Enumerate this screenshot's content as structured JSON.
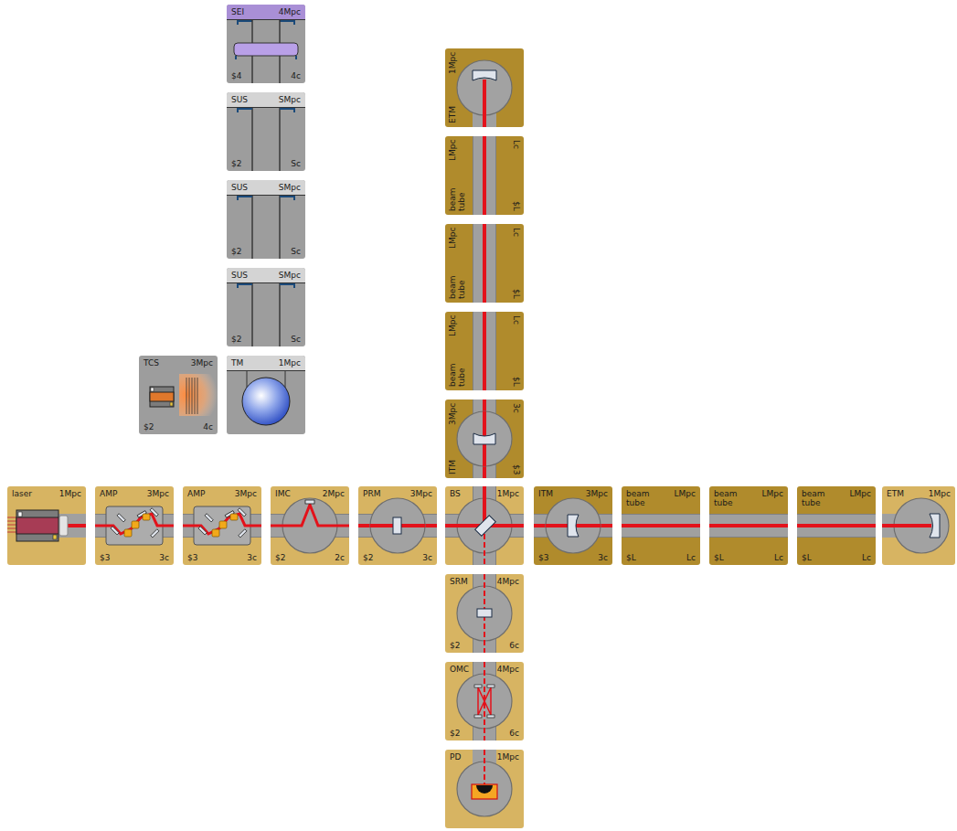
{
  "diagram": {
    "nodes": [
      {
        "text": [
          "SEI",
          "4Mpc",
          "$4",
          "4c"
        ]
      },
      {
        "text": [
          "SUS",
          "SMpc",
          "$2",
          "Sc"
        ]
      },
      {
        "text": [
          "1Mpc",
          "ETM"
        ]
      },
      {
        "text": [
          "SUS",
          "SMpc",
          "$2",
          "Sc"
        ]
      },
      {
        "text": [
          "LMpc",
          "beam tube",
          "Lc",
          "$L"
        ]
      },
      {
        "text": [
          "SUS",
          "SMpc",
          "$2",
          "Sc"
        ]
      },
      {
        "text": [
          "LMpc",
          "beam tube",
          "Lc",
          "$L"
        ]
      },
      {
        "text": [
          "LMpc",
          "beam tube",
          "Lc",
          "$L"
        ]
      },
      {
        "text": [
          "TCS",
          "3Mpc",
          "$2",
          "4c"
        ]
      },
      {
        "text": [
          "TM",
          "1Mpc"
        ]
      },
      {
        "text": [
          "3Mpc",
          "ITM",
          "3c",
          "$3"
        ]
      },
      {
        "text": [
          "laser",
          "1Mpc"
        ]
      },
      {
        "text": [
          "AMP",
          "3Mpc",
          "$3",
          "3c"
        ]
      },
      {
        "text": [
          "AMP",
          "3Mpc",
          "$3",
          "3c"
        ]
      },
      {
        "text": [
          "IMC",
          "2Mpc",
          "$2",
          "2c"
        ]
      },
      {
        "text": [
          "PRM",
          "3Mpc",
          "$2",
          "3c"
        ]
      },
      {
        "text": [
          "BS",
          "1Mpc"
        ]
      },
      {
        "text": [
          "ITM",
          "3Mpc",
          "$3",
          "3c"
        ]
      },
      {
        "text": [
          "beam tube",
          "LMpc",
          "$L",
          "Lc"
        ]
      },
      {
        "text": [
          "beam tube",
          "LMpc",
          "$L",
          "Lc"
        ]
      },
      {
        "text": [
          "beam tube",
          "LMpc",
          "$L",
          "Lc"
        ]
      },
      {
        "text": [
          "ETM",
          "1Mpc"
        ]
      },
      {
        "text": [
          "SRM",
          "4Mpc",
          "$2",
          "6c"
        ]
      },
      {
        "text": [
          "OMC",
          "4Mpc",
          "$2",
          "6c"
        ]
      },
      {
        "text": [
          "PD",
          "1Mpc"
        ]
      }
    ]
  }
}
